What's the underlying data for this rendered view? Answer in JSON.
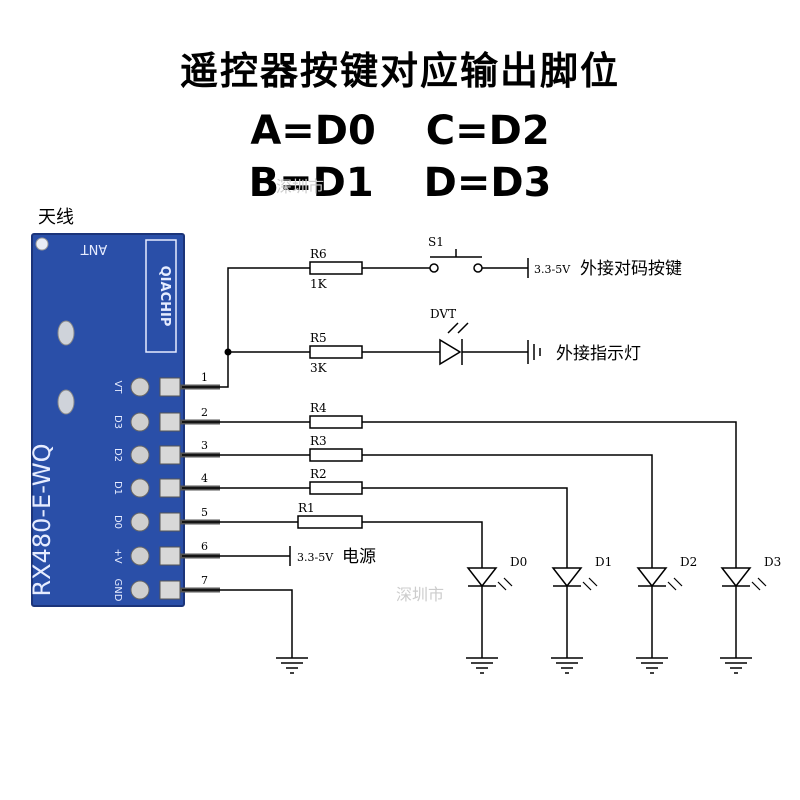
{
  "title": "遥控器按键对应输出脚位",
  "mapping": [
    {
      "label": "A=D0"
    },
    {
      "label": "C=D2"
    },
    {
      "label": "B=D1"
    },
    {
      "label": "D=D3"
    }
  ],
  "watermark": "深圳市",
  "module": {
    "antenna_label": "天线",
    "ant_text": "ANT",
    "brand": "QIACHIP",
    "model": "RX480-E-WQ",
    "pins": [
      {
        "num": "1",
        "label": "VT"
      },
      {
        "num": "2",
        "label": "D3"
      },
      {
        "num": "3",
        "label": "D2"
      },
      {
        "num": "4",
        "label": "D1"
      },
      {
        "num": "5",
        "label": "D0"
      },
      {
        "num": "6",
        "label": "+V"
      },
      {
        "num": "7",
        "label": "GND"
      }
    ],
    "color": "#2a4fa8"
  },
  "components": {
    "r6": {
      "name": "R6",
      "value": "1K"
    },
    "r5": {
      "name": "R5",
      "value": "3K"
    },
    "r4": {
      "name": "R4"
    },
    "r3": {
      "name": "R3"
    },
    "r2": {
      "name": "R2"
    },
    "r1": {
      "name": "R1"
    },
    "s1": {
      "name": "S1"
    },
    "dvt": {
      "name": "DVT"
    },
    "leds": [
      "D0",
      "D1",
      "D2",
      "D3"
    ]
  },
  "labels": {
    "pair_button_voltage": "3.3-5V",
    "pair_button": "外接对码按键",
    "indicator": "外接指示灯",
    "power_voltage": "3.3-5V",
    "power": "电源"
  }
}
